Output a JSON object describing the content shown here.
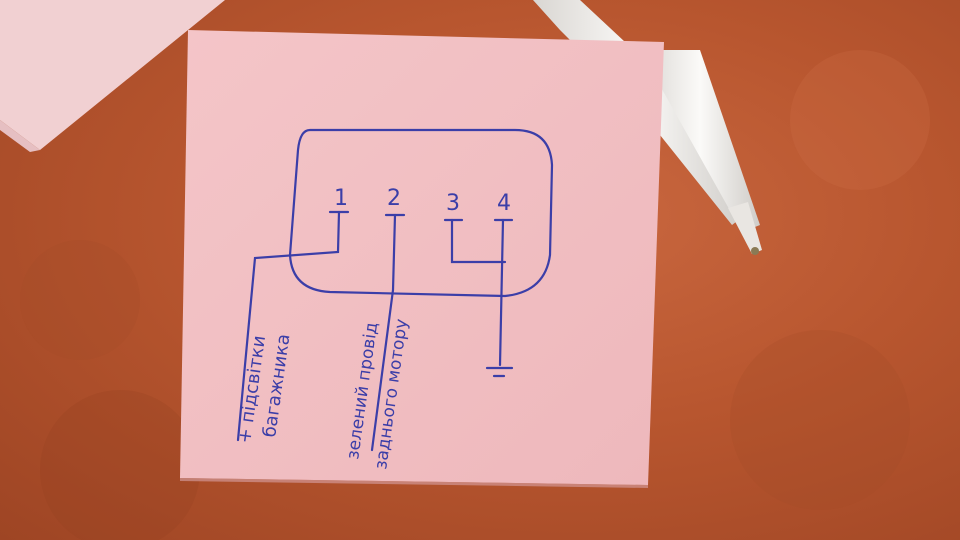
{
  "note": {
    "pins": [
      "1",
      "2",
      "3",
      "4"
    ],
    "label_pin1_line1": "+ підсвітки",
    "label_pin1_line2": "багажника",
    "label_pin2_line1": "зелений провід",
    "label_pin2_line2": "заднього мотору"
  },
  "colors": {
    "carpet": "#b8562f",
    "paper": "#f2c0c4",
    "ink": "#3b3ea8",
    "pen_body": "#f3f1ee"
  }
}
